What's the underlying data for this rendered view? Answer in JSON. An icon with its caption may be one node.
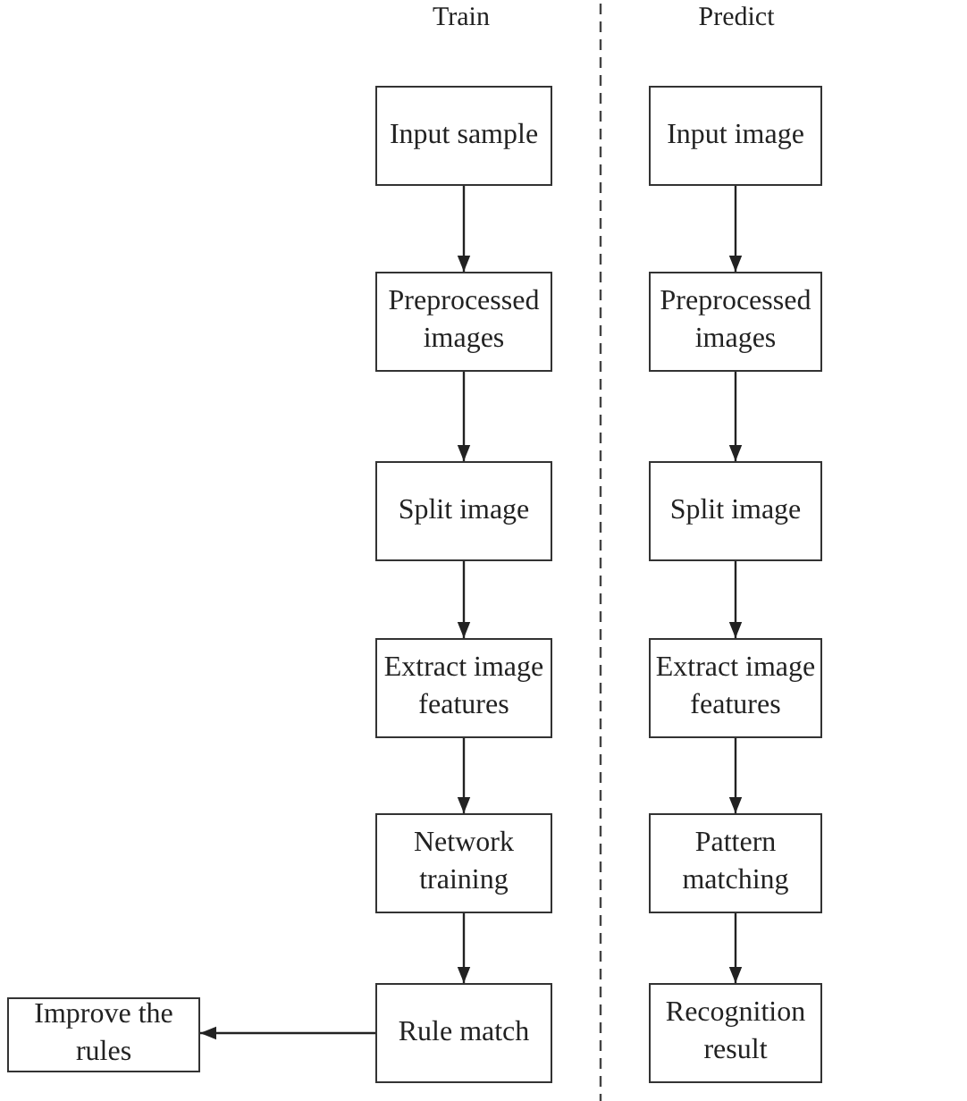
{
  "diagram": {
    "nodes": [
      {
        "text": [
          "Input sample"
        ]
      },
      {
        "text": [
          "Preprocessed images"
        ]
      },
      {
        "text": [
          "Split image"
        ]
      },
      {
        "text": [
          "Extract image features"
        ]
      },
      {
        "text": [
          "Network training"
        ]
      },
      {
        "text": [
          "Rule match"
        ]
      },
      {
        "text": [
          "Improve the rules"
        ]
      },
      {
        "text": [
          "Input image"
        ]
      },
      {
        "text": [
          "Preprocessed images"
        ]
      },
      {
        "text": [
          "Split image"
        ]
      },
      {
        "text": [
          "Extract image features"
        ]
      },
      {
        "text": [
          "Pattern matching"
        ]
      },
      {
        "text": [
          "Recognition result"
        ]
      }
    ],
    "edges": [
      {
        "from": 0,
        "to": 1,
        "arrow": "to"
      },
      {
        "from": 1,
        "to": 2,
        "arrow": "to"
      },
      {
        "from": 2,
        "to": 3,
        "arrow": "to"
      },
      {
        "from": 3,
        "to": 4,
        "arrow": "to"
      },
      {
        "from": 4,
        "to": 5,
        "arrow": "to"
      },
      {
        "from": 5,
        "to": 6,
        "arrow": "to"
      },
      {
        "from": 7,
        "to": 8,
        "arrow": "to"
      },
      {
        "from": 8,
        "to": 9,
        "arrow": "to"
      },
      {
        "from": 9,
        "to": 10,
        "arrow": "to"
      },
      {
        "from": 10,
        "to": 11,
        "arrow": "to"
      },
      {
        "from": 11,
        "to": 12,
        "arrow": "to"
      }
    ],
    "labels": [
      "Train",
      "Predict"
    ]
  }
}
